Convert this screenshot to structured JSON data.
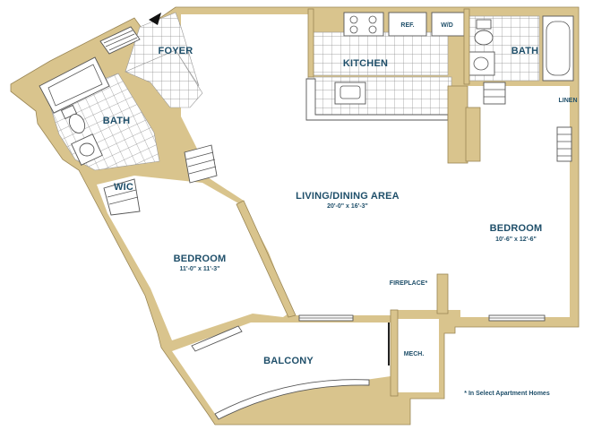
{
  "rooms": {
    "foyer": "FOYER",
    "bath_left": "BATH",
    "kitchen": "KITCHEN",
    "ref": "REF.",
    "wd": "W/D",
    "bath_right": "BATH",
    "linen": "LINEN",
    "wic": "WIC",
    "living": "LIVING/DINING AREA",
    "living_dim": "20'-0\" x 16'-3\"",
    "bedroom_left": "BEDROOM",
    "bedroom_left_dim": "11'-0\" x 11'-3\"",
    "bedroom_right": "BEDROOM",
    "bedroom_right_dim": "10'-6\" x 12'-6\"",
    "fireplace": "FIREPLACE*",
    "mech": "MECH.",
    "balcony": "BALCONY"
  },
  "footnote": "* In Select Apartment Homes",
  "colors": {
    "wall": "#d9c48d",
    "label": "#1f4f6a"
  },
  "icons": {
    "entry": "entry-arrow-icon"
  }
}
